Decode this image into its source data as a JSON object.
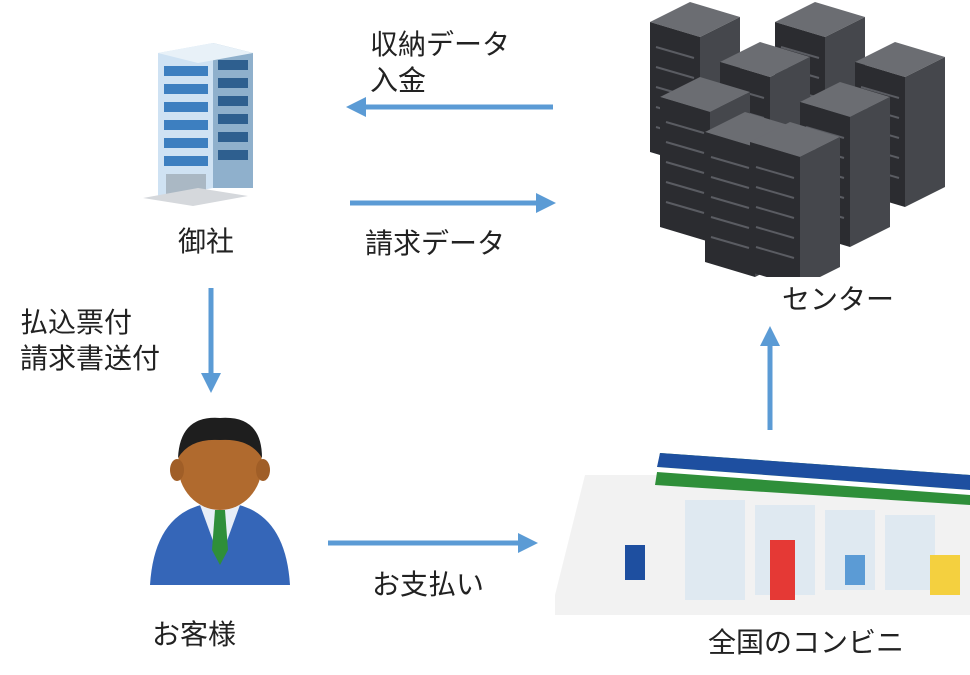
{
  "nodes": {
    "company": {
      "label": "御社",
      "icon": "office-building-icon"
    },
    "center": {
      "label": "センター",
      "icon": "server-rack-icon"
    },
    "customer": {
      "label": "お客様",
      "icon": "person-icon"
    },
    "store": {
      "label": "全国のコンビニ",
      "icon": "convenience-store-icon"
    }
  },
  "flows": {
    "center_to_company": {
      "line1": "収納データ",
      "line2": "入金"
    },
    "company_to_center": {
      "label": "請求データ"
    },
    "company_to_customer": {
      "line1": "払込票付",
      "line2": "請求書送付"
    },
    "customer_to_store": {
      "label": "お支払い"
    }
  },
  "colors": {
    "arrow": "#5b9bd5"
  }
}
